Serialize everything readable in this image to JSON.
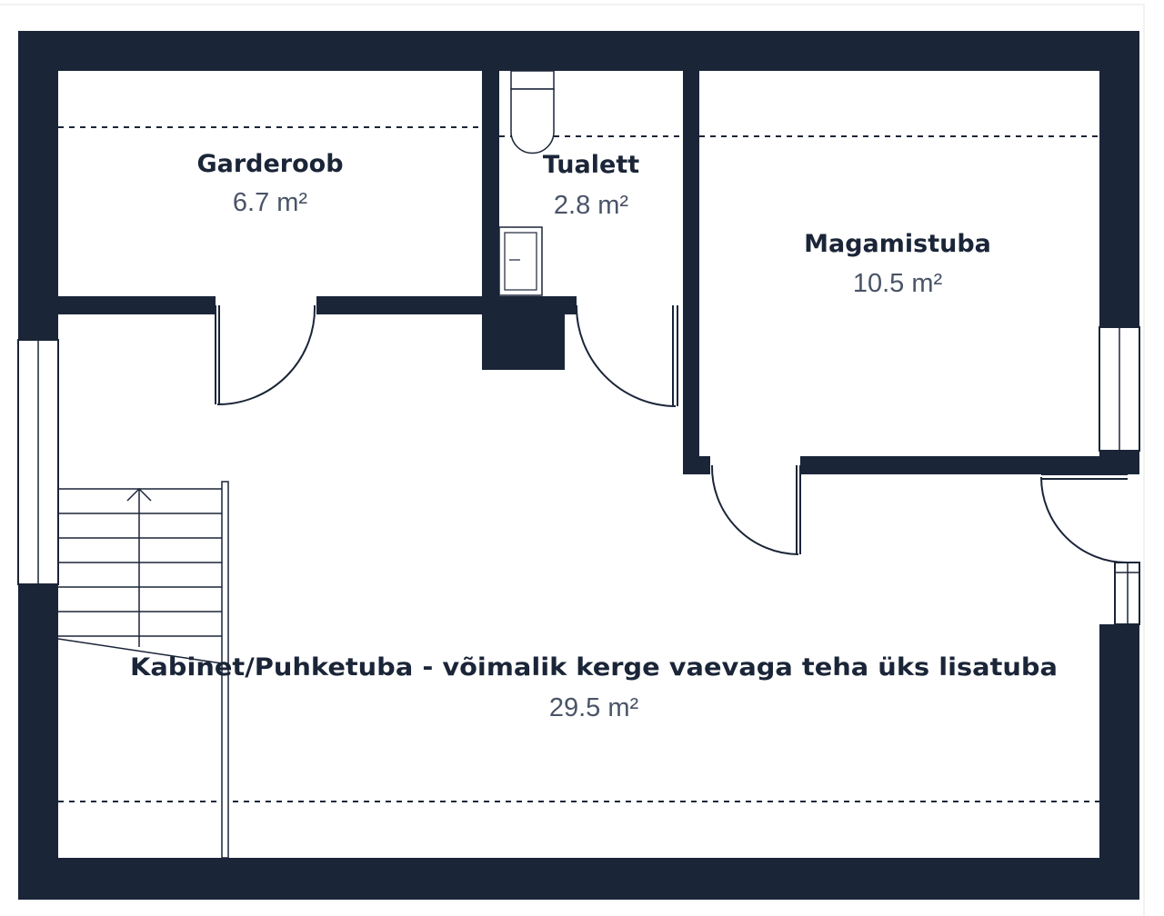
{
  "rooms": [
    {
      "name": "Garderoob",
      "area": "6.7 m²"
    },
    {
      "name": "Tualett",
      "area": "2.8 m²"
    },
    {
      "name": "Magamistuba",
      "area": "10.5 m²"
    },
    {
      "name": "Kabinet/Puhketuba - võimalik kerge vaevaga teha üks lisatuba",
      "area": "29.5 m²"
    }
  ],
  "colors": {
    "wall": "#1b2538",
    "area_text": "#4a5468",
    "background": "#ffffff"
  },
  "icons": [
    "stair-direction-arrow-icon",
    "toilet-icon",
    "sink-icon"
  ]
}
